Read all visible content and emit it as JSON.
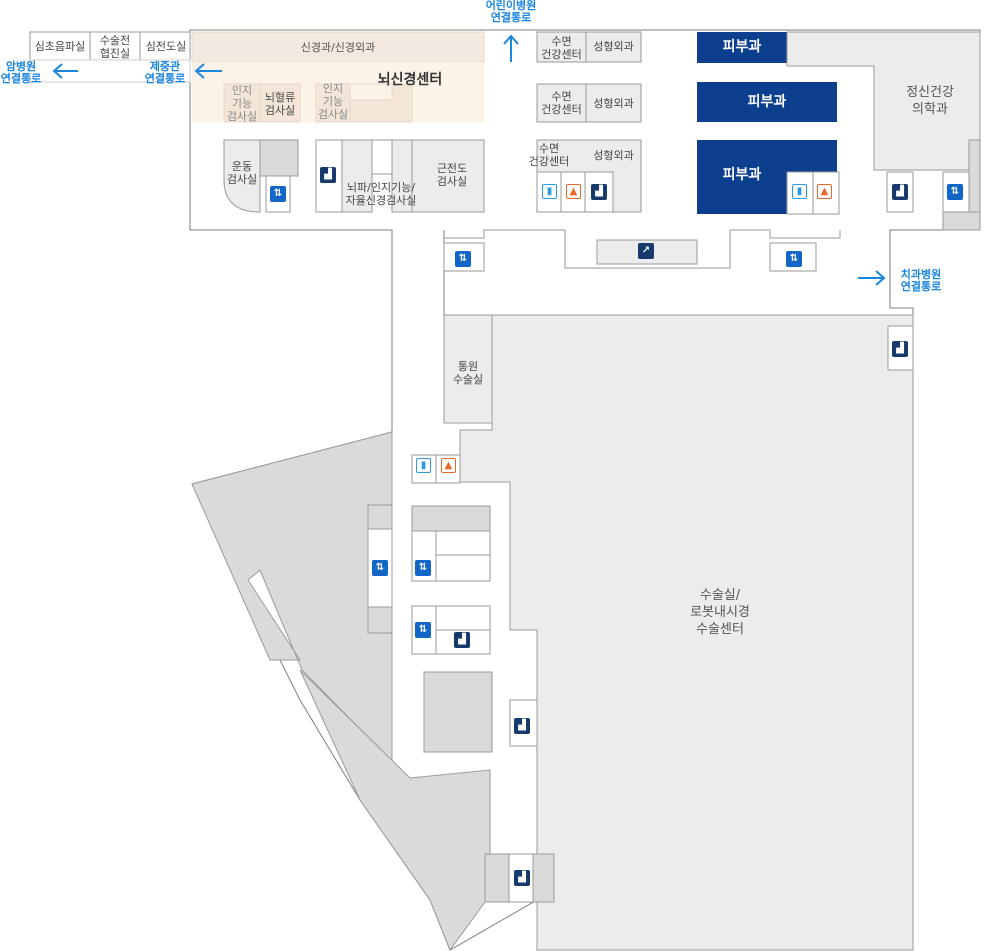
{
  "colors": {
    "outline": "#7d7d7d",
    "room_fill": "#ececec",
    "gray_area": "#dadada",
    "highlight": "#fbf2e8",
    "dept_blue": "#0d3f8f",
    "link_blue": "#1a86e0",
    "elevator_blue": "#1266c7",
    "stair_navy": "#153a6b"
  },
  "rooms": {
    "cardiac_echo": "심초음파실",
    "surgery_consult": "수술전\n협진실",
    "ecg": "심전도실",
    "neuro_dept": "신경과/신경외과",
    "neuro_center": "뇌신경센터",
    "cognitive_1": "인지\n기능\n검사실",
    "cerebral_flow": "뇌혈류\n검사실",
    "cognitive_2": "인지\n기능\n검사실",
    "exercise_test": "운동\n검사실",
    "eeg_cognitive": "뇌파/인지기능/\n자율신경검사실",
    "emg": "근전도\n검사실",
    "sleep_1": "수면\n건강센터",
    "plastic_1": "성형외과",
    "sleep_2": "수면\n건강센터",
    "plastic_2": "성형외과",
    "sleep_3": "수면\n건강센터",
    "plastic_3": "성형외과",
    "derm_1": "피부과",
    "derm_2": "피부과",
    "derm_3": "피부과",
    "psychiatry": "정신건강\n의학과",
    "day_surgery": "통원\n수술실",
    "surgery_center": "수술실/\n로봇내시경\n수술센터"
  },
  "links": {
    "cancer": "암병원\n연결통로",
    "jejung": "제중관\n연결통로",
    "children": "어린이병원\n연결통로",
    "dental": "치과병원\n연결통로"
  },
  "icons": {
    "elevator": "elevator-icon",
    "stairs": "stairs-icon",
    "escalator": "escalator-icon",
    "restroom_men": "restroom-men-icon",
    "restroom_women": "restroom-women-icon",
    "arrow": "arrow-icon"
  }
}
